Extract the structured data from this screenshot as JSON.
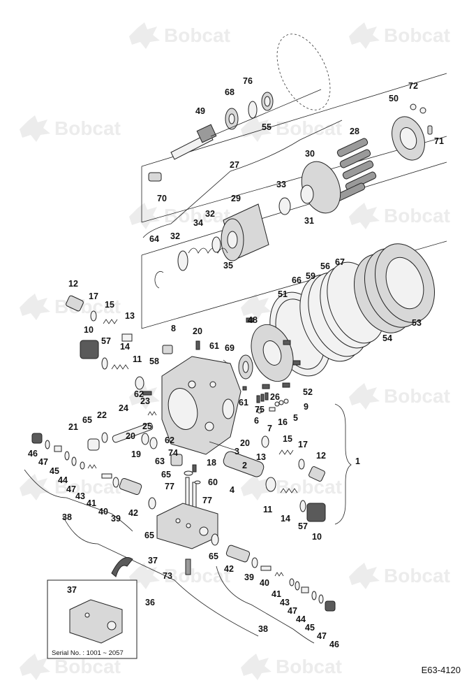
{
  "watermark": {
    "brand": "Bobcat"
  },
  "figure_code": "E63-4120",
  "inset": {
    "serial_text": "Serial No. : 1001 ~ 2057",
    "part_label": "37"
  },
  "labels": {
    "p1": "1",
    "p2": "2",
    "p3": "3",
    "p4": "4",
    "p5": "5",
    "p6": "6",
    "p7": "7",
    "p8": "8",
    "p9": "9",
    "p10a": "10",
    "p10b": "10",
    "p11a": "11",
    "p11b": "11",
    "p12a": "12",
    "p12b": "12",
    "p13a": "13",
    "p13b": "13",
    "p14a": "14",
    "p14b": "14",
    "p15a": "15",
    "p15b": "15",
    "p16": "16",
    "p17a": "17",
    "p17b": "17",
    "p18": "18",
    "p19": "19",
    "p20a": "20",
    "p20b": "20",
    "p20c": "20",
    "p21": "21",
    "p22": "22",
    "p23": "23",
    "p24": "24",
    "p25": "25",
    "p26": "26",
    "p27": "27",
    "p28": "28",
    "p29": "29",
    "p30": "30",
    "p31": "31",
    "p32a": "32",
    "p32b": "32",
    "p33": "33",
    "p34": "34",
    "p35": "35",
    "p36": "36",
    "p37": "37",
    "p38a": "38",
    "p38b": "38",
    "p39a": "39",
    "p39b": "39",
    "p40a": "40",
    "p40b": "40",
    "p41a": "41",
    "p41b": "41",
    "p42a": "42",
    "p42b": "42",
    "p43a": "43",
    "p43b": "43",
    "p44a": "44",
    "p44b": "44",
    "p45a": "45",
    "p45b": "45",
    "p46a": "46",
    "p46b": "46",
    "p47a": "47",
    "p47b": "47",
    "p47c": "47",
    "p47d": "47",
    "p48": "48",
    "p49": "49",
    "p50": "50",
    "p51": "51",
    "p52": "52",
    "p53": "53",
    "p54": "54",
    "p55": "55",
    "p56": "56",
    "p57a": "57",
    "p57b": "57",
    "p58": "58",
    "p59": "59",
    "p60": "60",
    "p61a": "61",
    "p61b": "61",
    "p62a": "62",
    "p62b": "62",
    "p63": "63",
    "p64": "64",
    "p65a": "65",
    "p65b": "65",
    "p65c": "65",
    "p65d": "65",
    "p66": "66",
    "p67": "67",
    "p68": "68",
    "p69": "69",
    "p70": "70",
    "p71": "71",
    "p72": "72",
    "p73": "73",
    "p74": "74",
    "p75": "75",
    "p76": "76",
    "p77a": "77",
    "p77b": "77"
  }
}
